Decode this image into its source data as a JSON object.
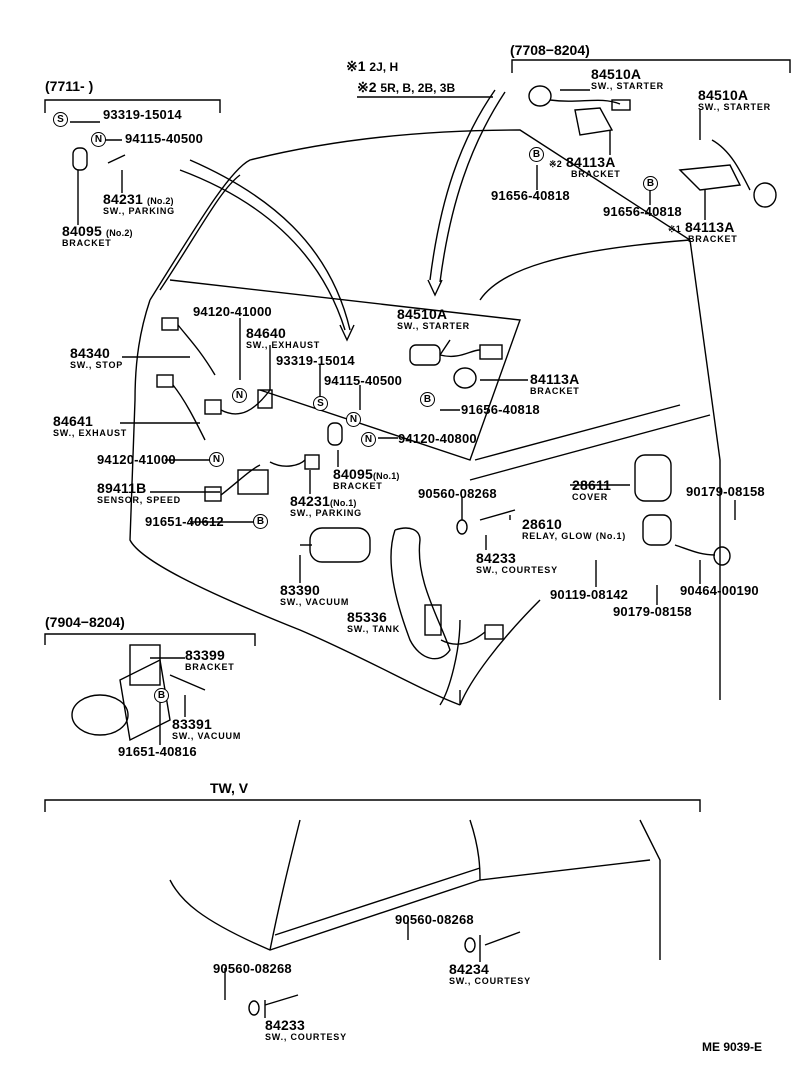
{
  "notes": {
    "n1_mark": "※1",
    "n1": "2J, H",
    "n2_mark": "※2",
    "n2": "5R, B, 2B, 3B"
  },
  "groups": {
    "g7711": "(7711-          )",
    "g7708": "(7708−8204)",
    "g7904": "(7904−8204)",
    "gtw": "TW, V"
  },
  "symbols": {
    "s": "S",
    "n": "N",
    "b": "B"
  },
  "parts": [
    {
      "no": "93319-15014"
    },
    {
      "no": "94115-40500"
    },
    {
      "no": "84231",
      "suffix": "(No.2)",
      "name": "SW., PARKING"
    },
    {
      "no": "84095",
      "suffix": "(No.2)",
      "name": "BRACKET"
    },
    {
      "no": "84510A",
      "name": "SW., STARTER"
    },
    {
      "no": "84113A",
      "prefix": "※2",
      "name": "BRACKET"
    },
    {
      "no": "91656-40818"
    },
    {
      "no": "84510A",
      "name": "SW., STARTER"
    },
    {
      "no": "91656-40818"
    },
    {
      "no": "84113A",
      "prefix": "※1",
      "name": "BRACKET"
    },
    {
      "no": "94120-41000"
    },
    {
      "no": "84640",
      "name": "SW., EXHAUST"
    },
    {
      "no": "84340",
      "name": "SW., STOP"
    },
    {
      "no": "93319-15014"
    },
    {
      "no": "94115-40500"
    },
    {
      "no": "84510A",
      "name": "SW., STARTER"
    },
    {
      "no": "84113A",
      "name": "BRACKET"
    },
    {
      "no": "91656-40818"
    },
    {
      "no": "84641",
      "name": "SW., EXHAUST"
    },
    {
      "no": "94120-40800"
    },
    {
      "no": "94120-41000"
    },
    {
      "no": "84095",
      "suffix": "(No.1)",
      "name": "BRACKET"
    },
    {
      "no": "89411B",
      "name": "SENSOR, SPEED"
    },
    {
      "no": "84231",
      "suffix": "(No.1)",
      "name": "SW., PARKING"
    },
    {
      "no": "90560-08268"
    },
    {
      "no": "28611",
      "name": "COVER"
    },
    {
      "no": "90179-08158"
    },
    {
      "no": "91651-40612"
    },
    {
      "no": "28610",
      "name": "RELAY, GLOW (No.1)"
    },
    {
      "no": "84233",
      "name": "SW., COURTESY"
    },
    {
      "no": "90119-08142"
    },
    {
      "no": "90464-00190"
    },
    {
      "no": "90179-08158"
    },
    {
      "no": "83390",
      "name": "SW., VACUUM"
    },
    {
      "no": "85336",
      "name": "SW., TANK"
    },
    {
      "no": "83399",
      "name": "BRACKET"
    },
    {
      "no": "83391",
      "name": "SW., VACUUM"
    },
    {
      "no": "91651-40816"
    },
    {
      "no": "90560-08268"
    },
    {
      "no": "84234",
      "name": "SW., COURTESY"
    },
    {
      "no": "90560-08268"
    },
    {
      "no": "84233",
      "name": "SW., COURTESY"
    }
  ],
  "drawing_code": "ME 9039-E"
}
